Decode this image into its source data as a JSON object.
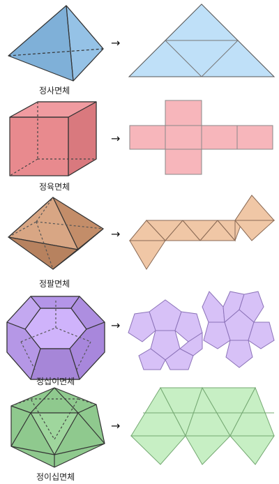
{
  "arrow_glyph": "→",
  "rows": [
    {
      "id": "tetrahedron",
      "name": "정사면체",
      "solid_color": "#7fb0d8",
      "net_color": "#bfe0f8",
      "edge_color": "#333333"
    },
    {
      "id": "cube",
      "name": "정육면체",
      "solid_color": "#e88a8e",
      "net_color": "#f7b6bb",
      "edge_color": "#333333"
    },
    {
      "id": "octahedron",
      "name": "정팔면체",
      "solid_color": "#c99572",
      "net_color": "#f0c7a6",
      "edge_color": "#333333"
    },
    {
      "id": "dodecahedron",
      "name": "정십이면체",
      "solid_color": "#bda0ef",
      "net_color": "#d7c1f7",
      "edge_color": "#333333"
    },
    {
      "id": "icosahedron",
      "name": "정이십면체",
      "solid_color": "#8fc98e",
      "net_color": "#c7efc4",
      "edge_color": "#333333"
    }
  ]
}
